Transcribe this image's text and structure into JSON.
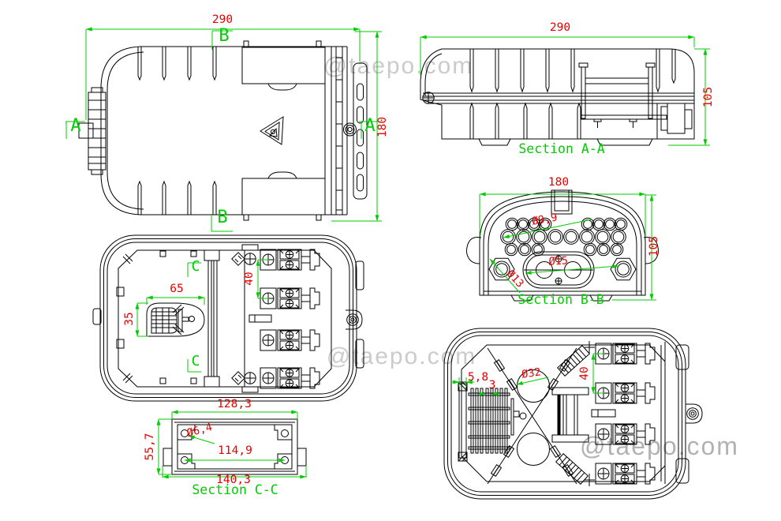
{
  "watermark": {
    "text": "@taepo.com"
  },
  "colors": {
    "line": "#000000",
    "dimension_text": "#e60000",
    "annotation": "#00cc00",
    "watermark_light": "#cbcbcb",
    "watermark_dark": "#b2b2b2",
    "background": "#ffffff"
  },
  "views": {
    "front": {
      "dim_width": "290",
      "dim_height": "180",
      "section_marker_a": "A",
      "section_marker_b": "B"
    },
    "section_aa": {
      "label": "Section A-A",
      "dim_width": "290",
      "dim_height": "105"
    },
    "section_bb": {
      "label": "Section B-B",
      "dim_width": "180",
      "dim_height": "105",
      "dim_port": "Ø9,9",
      "dim_side_hole": "Ø13",
      "dim_center_hole": "Ø15"
    },
    "inside_front": {
      "dim_dome_width": "65",
      "dim_dome_height": "35",
      "dim_clamp_spacing": "40",
      "section_marker_c": "C"
    },
    "section_cc": {
      "label": "Section C-C",
      "dim_inner_width": "128,3",
      "dim_height": "55,7",
      "dim_hole": "Ø6,4",
      "dim_hole_spacing": "114,9",
      "dim_outer_width": "140,3"
    },
    "inside_open": {
      "dim_splice_pitch": "5,8",
      "dim_tooth": "3",
      "dim_guide_ring": "Ø32",
      "dim_clamp_spacing": "40"
    }
  }
}
